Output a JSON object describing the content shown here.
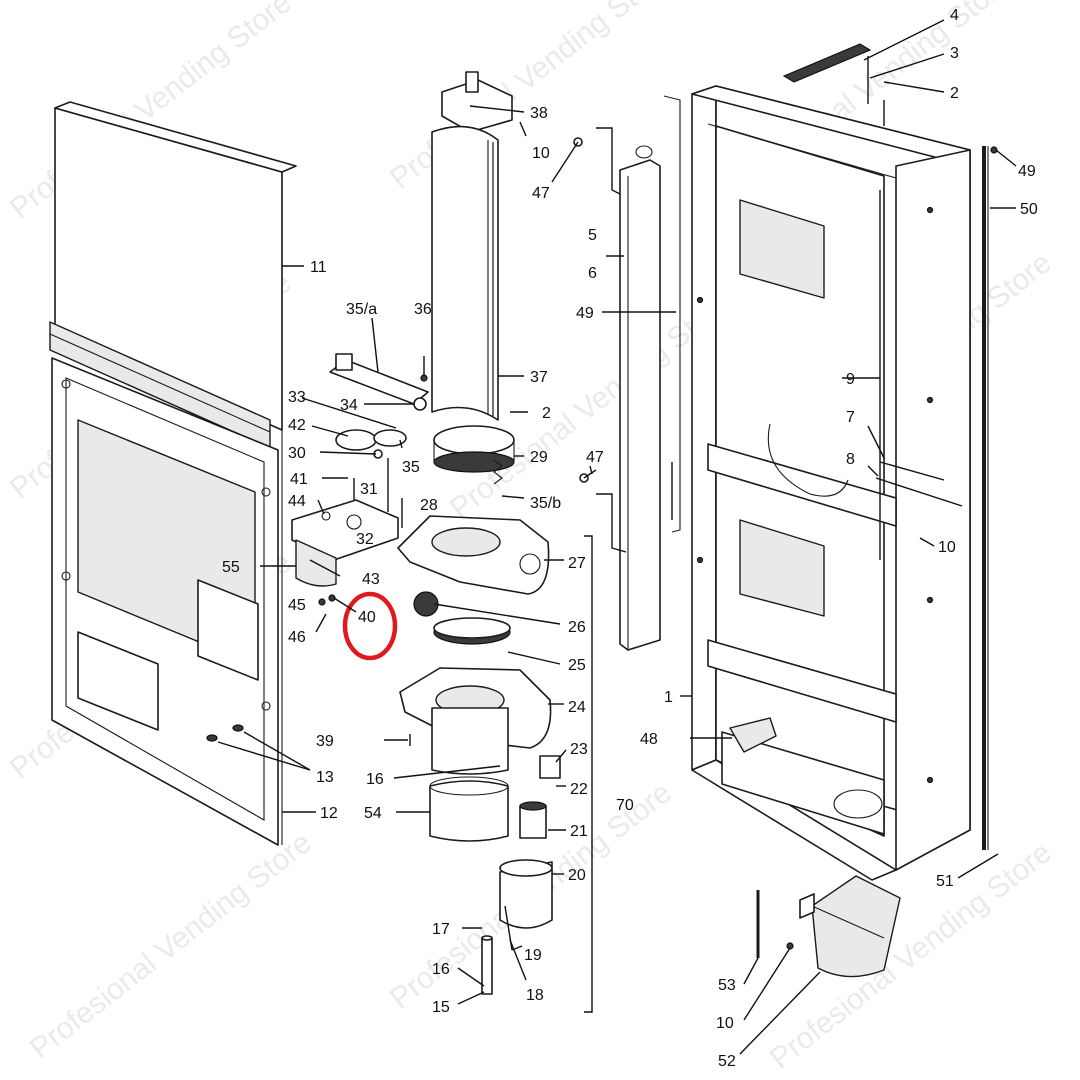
{
  "watermark": "Profesional Vending Store",
  "highlight": {
    "label": "40",
    "color": "#e0191f"
  },
  "callouts": [
    {
      "id": "c1",
      "label": "1"
    },
    {
      "id": "c2",
      "label": "2"
    },
    {
      "id": "c2b",
      "label": "2"
    },
    {
      "id": "c3",
      "label": "3"
    },
    {
      "id": "c4",
      "label": "4"
    },
    {
      "id": "c5",
      "label": "5"
    },
    {
      "id": "c6",
      "label": "6"
    },
    {
      "id": "c7",
      "label": "7"
    },
    {
      "id": "c8",
      "label": "8"
    },
    {
      "id": "c9",
      "label": "9"
    },
    {
      "id": "c10a",
      "label": "10"
    },
    {
      "id": "c10b",
      "label": "10"
    },
    {
      "id": "c10c",
      "label": "10"
    },
    {
      "id": "c11",
      "label": "11"
    },
    {
      "id": "c12",
      "label": "12"
    },
    {
      "id": "c13",
      "label": "13"
    },
    {
      "id": "c15",
      "label": "15"
    },
    {
      "id": "c16a",
      "label": "16"
    },
    {
      "id": "c16b",
      "label": "16"
    },
    {
      "id": "c17",
      "label": "17"
    },
    {
      "id": "c18",
      "label": "18"
    },
    {
      "id": "c19",
      "label": "19"
    },
    {
      "id": "c20",
      "label": "20"
    },
    {
      "id": "c21",
      "label": "21"
    },
    {
      "id": "c22",
      "label": "22"
    },
    {
      "id": "c23",
      "label": "23"
    },
    {
      "id": "c24",
      "label": "24"
    },
    {
      "id": "c25",
      "label": "25"
    },
    {
      "id": "c26",
      "label": "26"
    },
    {
      "id": "c27",
      "label": "27"
    },
    {
      "id": "c28",
      "label": "28"
    },
    {
      "id": "c29",
      "label": "29"
    },
    {
      "id": "c30",
      "label": "30"
    },
    {
      "id": "c31",
      "label": "31"
    },
    {
      "id": "c32",
      "label": "32"
    },
    {
      "id": "c33",
      "label": "33"
    },
    {
      "id": "c34",
      "label": "34"
    },
    {
      "id": "c35",
      "label": "35"
    },
    {
      "id": "c35a",
      "label": "35/a"
    },
    {
      "id": "c35b",
      "label": "35/b"
    },
    {
      "id": "c36",
      "label": "36"
    },
    {
      "id": "c37",
      "label": "37"
    },
    {
      "id": "c38",
      "label": "38"
    },
    {
      "id": "c39",
      "label": "39"
    },
    {
      "id": "c41",
      "label": "41"
    },
    {
      "id": "c42",
      "label": "42"
    },
    {
      "id": "c43",
      "label": "43"
    },
    {
      "id": "c44",
      "label": "44"
    },
    {
      "id": "c45",
      "label": "45"
    },
    {
      "id": "c46",
      "label": "46"
    },
    {
      "id": "c47a",
      "label": "47"
    },
    {
      "id": "c47b",
      "label": "47"
    },
    {
      "id": "c48",
      "label": "48"
    },
    {
      "id": "c49a",
      "label": "49"
    },
    {
      "id": "c49b",
      "label": "49"
    },
    {
      "id": "c50",
      "label": "50"
    },
    {
      "id": "c51",
      "label": "51"
    },
    {
      "id": "c52",
      "label": "52"
    },
    {
      "id": "c53",
      "label": "53"
    },
    {
      "id": "c54",
      "label": "54"
    },
    {
      "id": "c55",
      "label": "55"
    },
    {
      "id": "c70",
      "label": "70"
    }
  ]
}
